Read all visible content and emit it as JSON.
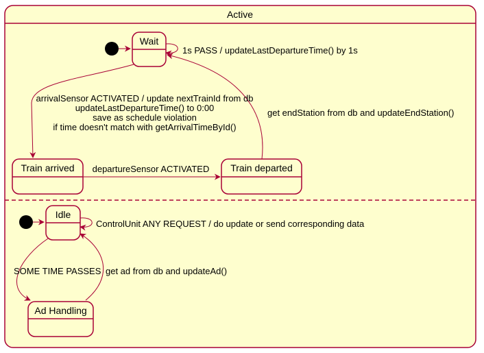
{
  "composite": {
    "title": "Active"
  },
  "states": {
    "wait": "Wait",
    "train_arrived": "Train arrived",
    "train_departed": "Train departed",
    "idle": "Idle",
    "ad_handling": "Ad Handling"
  },
  "transitions": {
    "wait_self": "1s PASS / updateLastDepartureTime() by 1s",
    "wait_to_arrived": [
      "arrivalSensor ACTIVATED / update nextTrainId from db",
      "updateLastDepartureTime() to 0:00",
      "save as schedule violation",
      "if time doesn't match with getArrivalTimeById()"
    ],
    "arrived_to_departed": "departureSensor ACTIVATED",
    "departed_to_wait": "get endStation from db and updateEndStation()",
    "idle_self": "ControlUnit ANY REQUEST / do update or send corresponding data",
    "idle_to_ad": "SOME TIME PASSES",
    "ad_to_idle": "get ad from db and updateAd()"
  },
  "colors": {
    "border": "#a80036",
    "fill": "#fefece",
    "initial": "#000000"
  }
}
